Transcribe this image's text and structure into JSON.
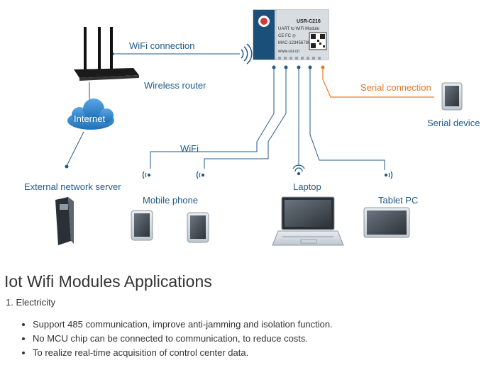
{
  "diagram": {
    "module": {
      "model": "USR-C216",
      "subtitle": "UART to WiFi Module",
      "brand_url": "www.usr.cn",
      "cert_text": "CE FC ◎",
      "small_line": "MAC-123456789"
    },
    "labels": {
      "wifi_connection": "WiFi connection",
      "wireless_router": "Wireless router",
      "internet": "Internet",
      "external_server": "External network server",
      "wifi": "WiFi",
      "mobile_phone": "Mobile phone",
      "laptop": "Laptop",
      "tablet_pc": "Tablet PC",
      "serial_connection": "Serial connection",
      "serial_device": "Serial device"
    },
    "colors": {
      "link": "#1f5a8a",
      "serial": "#e87722",
      "cloud": "#2e7fc4"
    }
  },
  "content": {
    "title": "Iot Wifi Modules Applications",
    "section": "1. Electricity",
    "bullets": [
      "Support 485 communication, improve anti-jamming and isolation function.",
      "No MCU chip can be connected to communication, to reduce costs.",
      "To realize real-time acquisition of control center data."
    ]
  }
}
